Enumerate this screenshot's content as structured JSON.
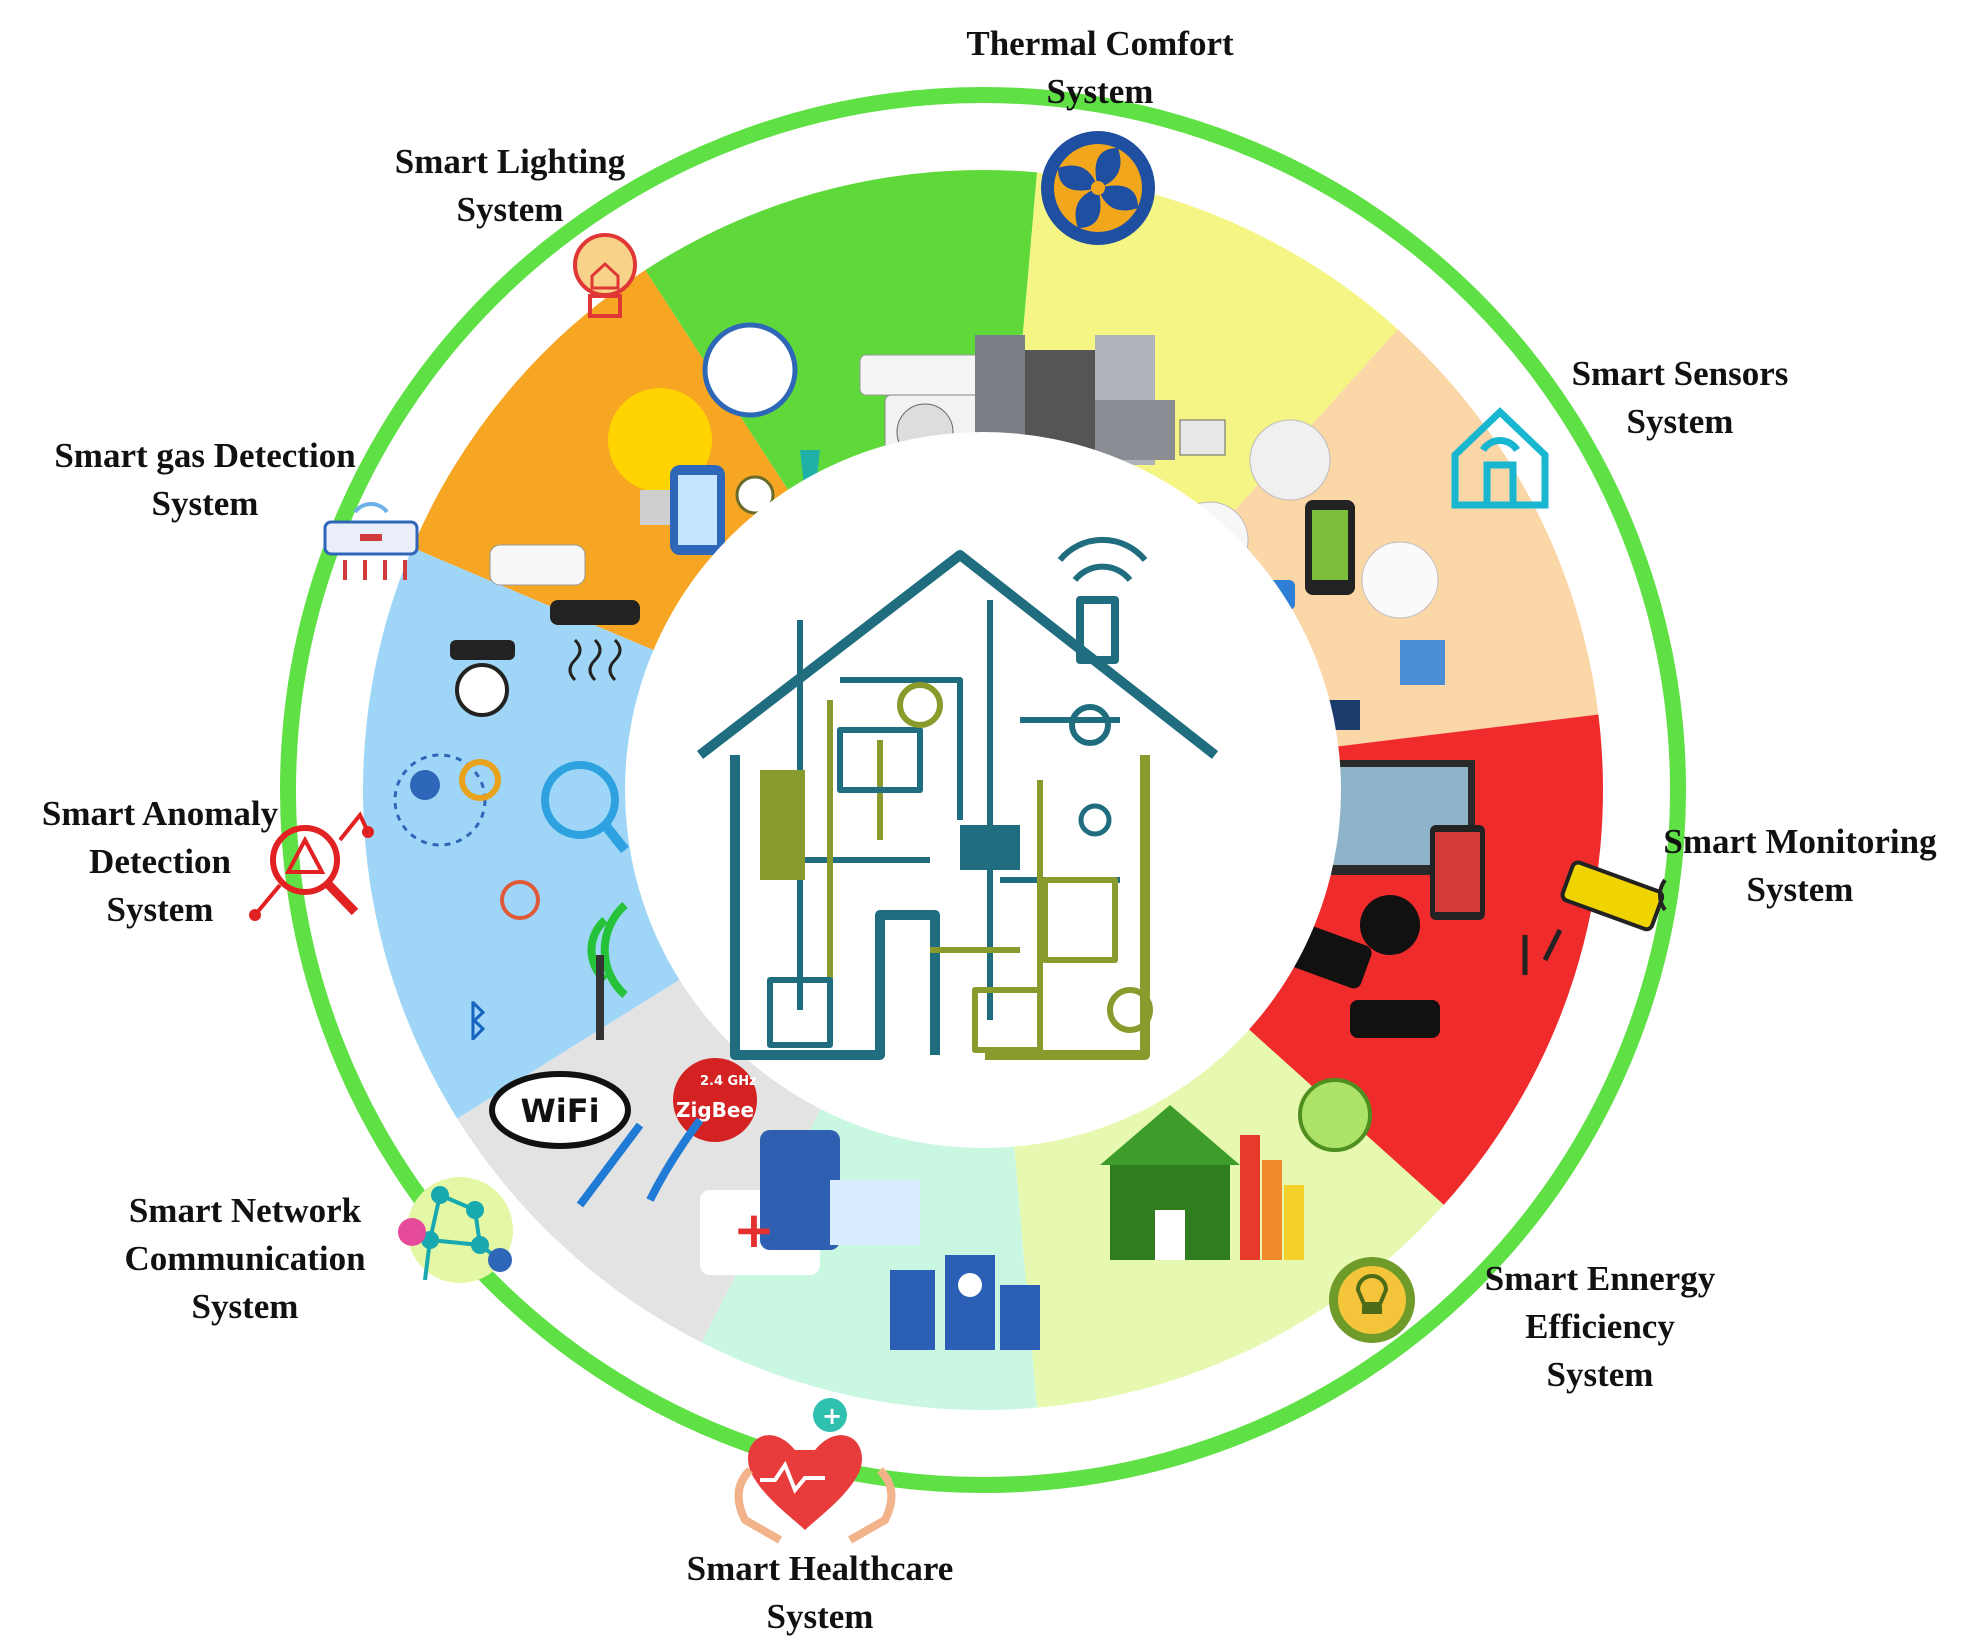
{
  "systems": [
    {
      "key": "thermal",
      "lines": [
        "Thermal Comfort",
        "System"
      ],
      "color": "#f6a623",
      "icon": "fan-icon",
      "icon_color": "#1f4fa0"
    },
    {
      "key": "sensors",
      "lines": [
        "Smart Sensors",
        "System"
      ],
      "color": "#5fd93a",
      "icon": "home-sensor-icon",
      "icon_color": "#18b6cf"
    },
    {
      "key": "monitoring",
      "lines": [
        "Smart Monitoring",
        "System"
      ],
      "color": "#f4f585",
      "icon": "cctv-camera-icon",
      "icon_color": "#f0d400"
    },
    {
      "key": "energy",
      "lines": [
        "Smart Ennergy",
        "Efficiency",
        "System"
      ],
      "color": "#fbd6a6",
      "icon": "energy-bulb-icon",
      "icon_color": "#6f9b2a"
    },
    {
      "key": "healthcare",
      "lines": [
        "Smart Healthcare",
        "System"
      ],
      "color": "#ef2b2b",
      "icon": "heart-hands-icon",
      "icon_color": "#e83b3b"
    },
    {
      "key": "network",
      "lines": [
        "Smart Network",
        "Communication",
        "System"
      ],
      "color": "#e7f9b0",
      "icon": "network-nodes-icon",
      "icon_color": "#18a9b0"
    },
    {
      "key": "anomaly",
      "lines": [
        "Smart Anomaly",
        "Detection",
        "System"
      ],
      "color": "#c9f7e1",
      "icon": "anomaly-search-icon",
      "icon_color": "#e22222"
    },
    {
      "key": "gas",
      "lines": [
        "Smart gas Detection",
        "System"
      ],
      "color": "#e3e3e3",
      "icon": "gas-detector-icon",
      "icon_color": "#d23b3b"
    },
    {
      "key": "lighting",
      "lines": [
        "Smart Lighting",
        "System"
      ],
      "color": "#9fd6f7",
      "icon": "light-bulb-icon",
      "icon_color": "#f1a22c"
    }
  ],
  "network_badges": {
    "wifi": "WiFi",
    "zigbee_band": "2.4 GHz",
    "zigbee": "ZigBee"
  },
  "colors": {
    "outer_ring": "#5fe045",
    "house_teal": "#1f6d7f",
    "house_olive": "#8a9b2e"
  }
}
